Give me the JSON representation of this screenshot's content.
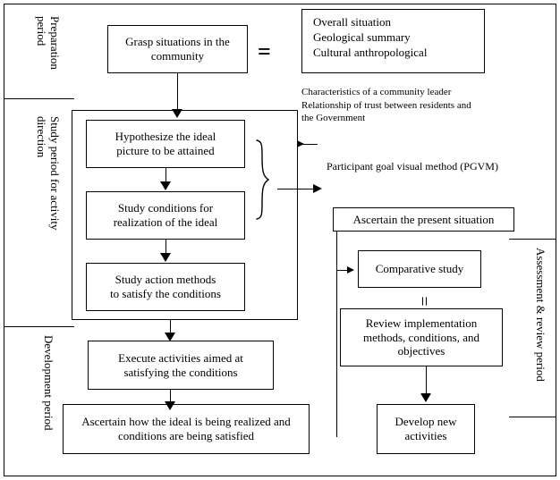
{
  "diagram": {
    "title": "Community activity study and development flow",
    "periods": {
      "preparation": "Preparation\nperiod",
      "study": "Study period for activity\ndirection",
      "development": "Development period",
      "assessment": "Assessment & review period"
    },
    "boxes": {
      "grasp": "Grasp situations in the\ncommunity",
      "overall_list": "Overall situation\nGeological summary\nCultural    anthropological",
      "hypothesize": "Hypothesize the ideal\npicture to be attained",
      "study_conditions": "Study conditions for\nrealization of the ideal",
      "study_action": "Study action methods\nto satisfy the conditions",
      "execute": "Execute activities aimed at\nsatisfying the conditions",
      "ascertain_ideal": "Ascertain how the ideal is being realized and\nconditions are being satisfied",
      "ascertain_present": "Ascertain the present situation",
      "comparative": "Comparative study",
      "review": "Review implementation\nmethods, conditions, and\nobjectives",
      "develop_new": "Develop new\nactivities"
    },
    "notes": {
      "characteristics": "Characteristics of a community leader\nRelationship of trust between residents and\nthe Government",
      "pgvm": "Participant goal visual method (PGVM)"
    },
    "symbols": {
      "equals_top": "=",
      "equals_mid": "="
    },
    "colors": {
      "line": "#000000",
      "background": "#ffffff",
      "text": "#000000"
    }
  }
}
